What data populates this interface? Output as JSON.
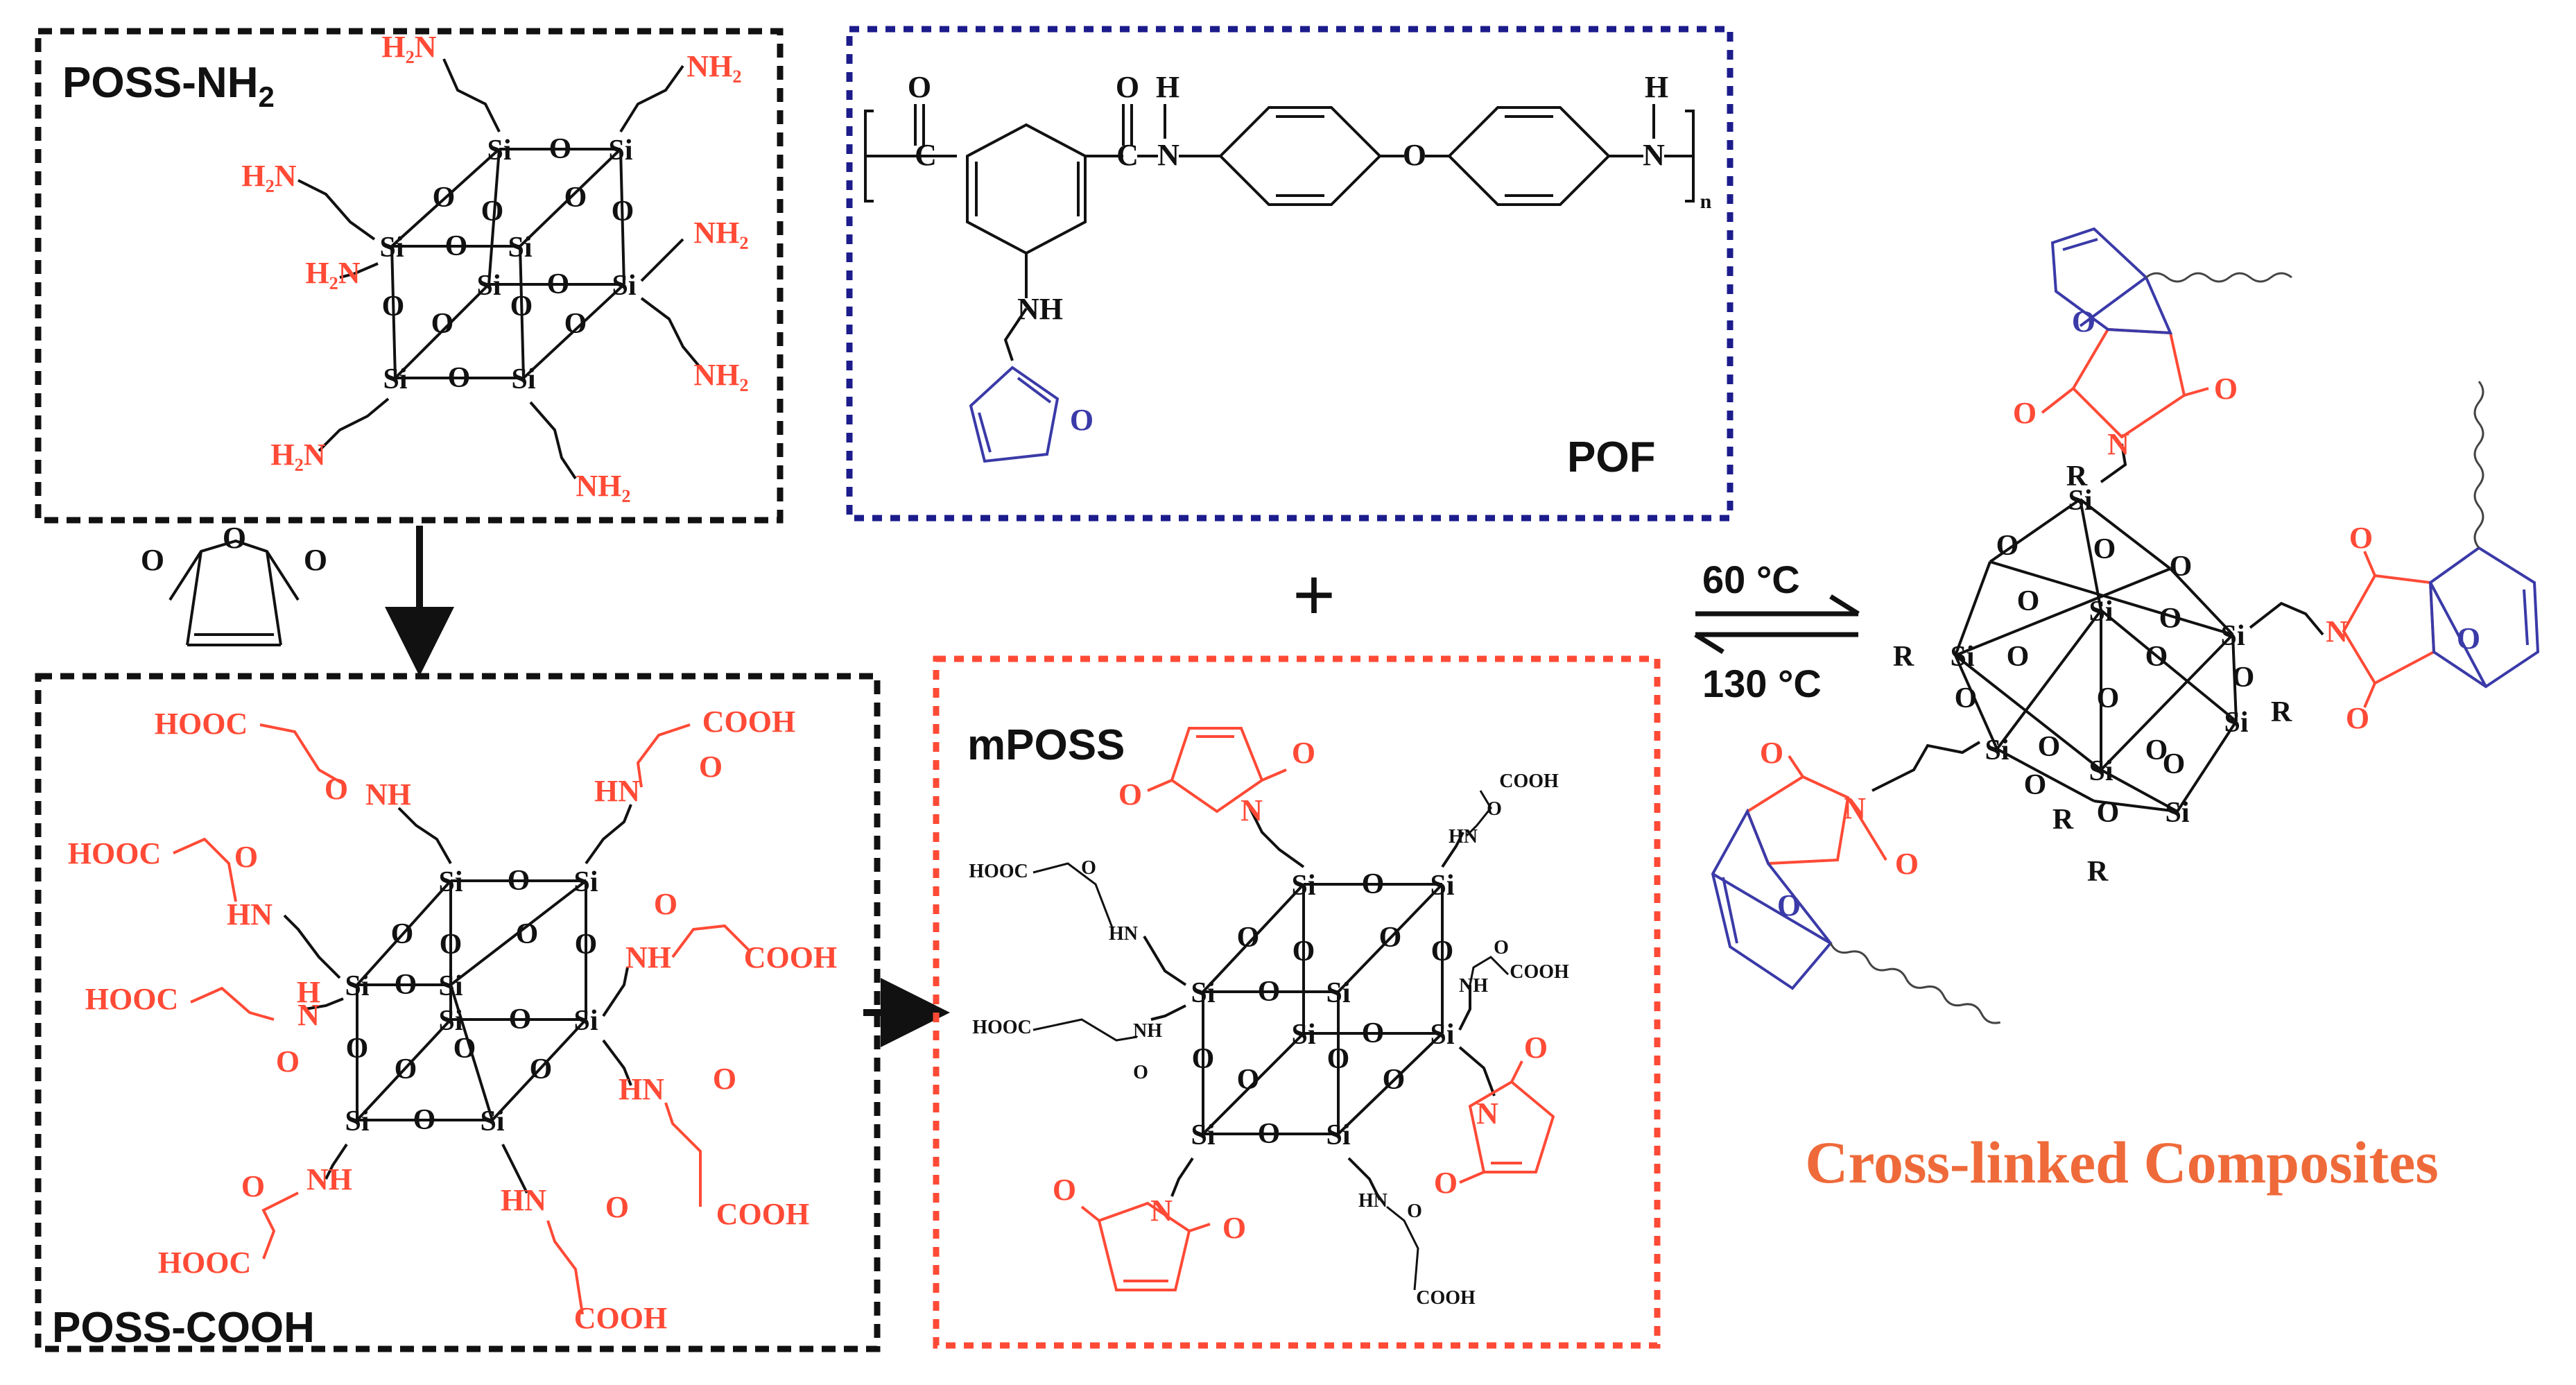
{
  "labels": {
    "poss_nh2": "POSS-NH",
    "poss_nh2_sub": "2",
    "poss_cooh": "POSS-COOH",
    "pof": "POF",
    "mposs": "mPOSS",
    "plus": "+",
    "forward_temp": "60 °C",
    "reverse_temp": "130 °C",
    "product": "Cross-linked Composites"
  },
  "atoms": {
    "si": "Si",
    "o": "O",
    "r": "R",
    "n": "N",
    "h": "H",
    "nh": "NH",
    "hn": "HN",
    "h2n": "H₂N",
    "nh2": "NH₂",
    "cooh": "COOH",
    "hooc": "HOOC",
    "c": "C",
    "polymer_n": "n"
  },
  "colors": {
    "black": "#111111",
    "red": "#ff4a36",
    "blue": "#1c1c8c",
    "violet": "#3a3aa8",
    "orange": "#ef6a3a"
  }
}
